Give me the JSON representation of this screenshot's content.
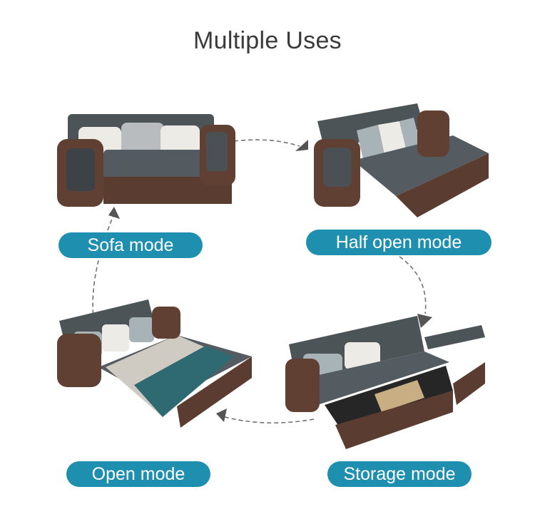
{
  "title": "Multiple Uses",
  "accent_color": "#1f8fb0",
  "modes": [
    {
      "label": "Sofa mode",
      "image": "sofa-mode-illustration"
    },
    {
      "label": "Half open mode",
      "image": "half-open-mode-illustration"
    },
    {
      "label": "Storage mode",
      "image": "storage-mode-illustration"
    },
    {
      "label": "Open mode",
      "image": "open-mode-illustration"
    }
  ],
  "cycle": {
    "style": "dashed-circle-clockwise",
    "arrows": 4
  }
}
